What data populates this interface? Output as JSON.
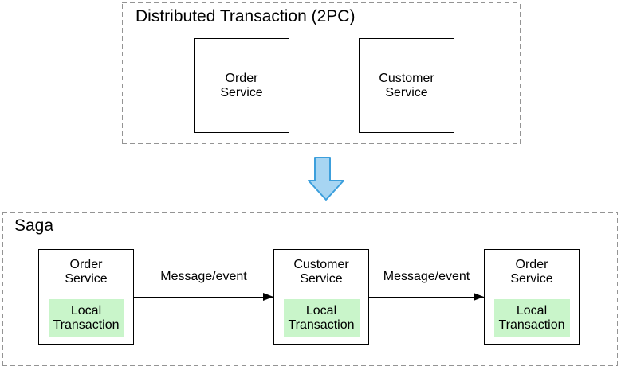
{
  "top_section": {
    "title": "Distributed Transaction (2PC)",
    "boxes": [
      {
        "name_lines": [
          "Order",
          "Service"
        ]
      },
      {
        "name_lines": [
          "Customer",
          "Service"
        ]
      }
    ]
  },
  "transform_arrow": {
    "icon": "down-arrow"
  },
  "saga_section": {
    "title": "Saga",
    "boxes": [
      {
        "name_lines": [
          "Order",
          "Service"
        ],
        "local_transaction_lines": [
          "Local",
          "Transaction"
        ]
      },
      {
        "name_lines": [
          "Customer",
          "Service"
        ],
        "local_transaction_lines": [
          "Local",
          "Transaction"
        ]
      },
      {
        "name_lines": [
          "Order",
          "Service"
        ],
        "local_transaction_lines": [
          "Local",
          "Transaction"
        ]
      }
    ],
    "arrow_labels": [
      "Message/event",
      "Message/event"
    ]
  },
  "colors": {
    "background": "#ffffff",
    "dashed_border": "#949494",
    "solid_border": "#000000",
    "text": "#000000",
    "local_transaction_fill": "#c9f5ca",
    "down_arrow_fill": "#a7d5f2",
    "down_arrow_stroke": "#3c9fdc"
  }
}
